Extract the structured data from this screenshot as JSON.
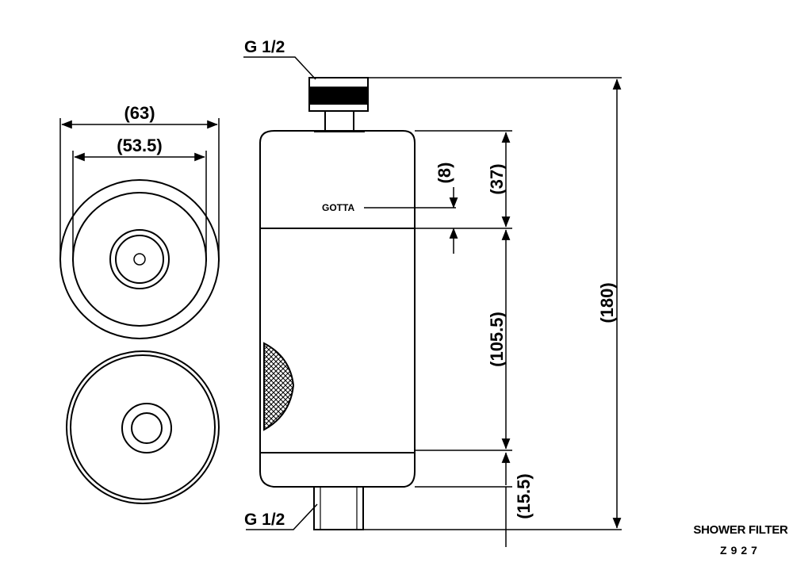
{
  "drawing": {
    "title": "SHOWER FILTER",
    "model_code": "Z927",
    "brand_logo": "GOTTA",
    "thread_top": "G 1/2",
    "thread_bottom": "G 1/2",
    "dimensions": {
      "outer_diameter": "(63)",
      "inner_diameter": "(53.5)",
      "logo_offset": "(8)",
      "cap_height": "(37)",
      "body_height": "(105.5)",
      "total_height": "(180)",
      "base_height": "(15.5)"
    }
  }
}
